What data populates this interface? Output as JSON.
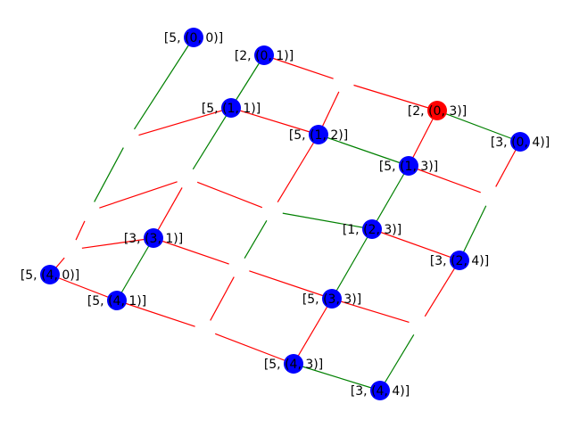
{
  "colors": {
    "red": "#ff0000",
    "green": "#008000",
    "blue": "#0000ff",
    "background": "#ffffff",
    "text": "#000000"
  },
  "nodes": [
    {
      "id": "n00",
      "label": "[5, (0, 0)]",
      "color": "blue"
    },
    {
      "id": "n01",
      "label": "[2, (0, 1)]",
      "color": "blue"
    },
    {
      "id": "n03",
      "label": "[2, (0, 3)]",
      "color": "red"
    },
    {
      "id": "n04",
      "label": "[3, (0, 4)]",
      "color": "blue"
    },
    {
      "id": "n11",
      "label": "[5, (1, 1)]",
      "color": "blue"
    },
    {
      "id": "n12",
      "label": "[5, (1, 2)]",
      "color": "blue"
    },
    {
      "id": "n13",
      "label": "[5, (1, 3)]",
      "color": "blue"
    },
    {
      "id": "n23",
      "label": "[1, (2, 3)]",
      "color": "blue"
    },
    {
      "id": "n24",
      "label": "[3, (2, 4)]",
      "color": "blue"
    },
    {
      "id": "n31",
      "label": "[3, (3, 1)]",
      "color": "blue"
    },
    {
      "id": "n33",
      "label": "[5, (3, 3)]",
      "color": "blue"
    },
    {
      "id": "n40",
      "label": "[5, (4, 0)]",
      "color": "blue"
    },
    {
      "id": "n41",
      "label": "[5, (4, 1)]",
      "color": "blue"
    },
    {
      "id": "n43",
      "label": "[5, (4, 3)]",
      "color": "blue"
    },
    {
      "id": "n44",
      "label": "[3, (4, 4)]",
      "color": "blue"
    }
  ],
  "edges": [
    {
      "from": "n00",
      "to": "n10",
      "color": "green"
    },
    {
      "from": "n10",
      "to": "n20",
      "color": "green"
    },
    {
      "from": "n20",
      "to": "n30",
      "color": "red"
    },
    {
      "from": "n30",
      "to": "n40",
      "color": "red"
    },
    {
      "from": "n01",
      "to": "n11",
      "color": "green"
    },
    {
      "from": "n11",
      "to": "n21",
      "color": "green"
    },
    {
      "from": "n21",
      "to": "n31",
      "color": "red"
    },
    {
      "from": "n31",
      "to": "n41",
      "color": "green"
    },
    {
      "from": "n02",
      "to": "n12",
      "color": "red"
    },
    {
      "from": "n12",
      "to": "n22",
      "color": "red"
    },
    {
      "from": "n22",
      "to": "n32",
      "color": "green"
    },
    {
      "from": "n32",
      "to": "n42",
      "color": "red"
    },
    {
      "from": "n03",
      "to": "n13",
      "color": "red"
    },
    {
      "from": "n13",
      "to": "n23",
      "color": "green"
    },
    {
      "from": "n23",
      "to": "n33",
      "color": "green"
    },
    {
      "from": "n33",
      "to": "n43",
      "color": "red"
    },
    {
      "from": "n04",
      "to": "n14",
      "color": "red"
    },
    {
      "from": "n14",
      "to": "n24",
      "color": "green"
    },
    {
      "from": "n24",
      "to": "n34",
      "color": "red"
    },
    {
      "from": "n34",
      "to": "n44",
      "color": "green"
    },
    {
      "from": "n01",
      "to": "n02",
      "color": "red"
    },
    {
      "from": "n02",
      "to": "n03",
      "color": "red"
    },
    {
      "from": "n03",
      "to": "n04",
      "color": "green"
    },
    {
      "from": "n10",
      "to": "n11",
      "color": "red"
    },
    {
      "from": "n11",
      "to": "n12",
      "color": "red"
    },
    {
      "from": "n12",
      "to": "n13",
      "color": "green"
    },
    {
      "from": "n13",
      "to": "n14",
      "color": "red"
    },
    {
      "from": "n20",
      "to": "n21",
      "color": "red"
    },
    {
      "from": "n21",
      "to": "n22",
      "color": "red"
    },
    {
      "from": "n22",
      "to": "n23",
      "color": "green"
    },
    {
      "from": "n23",
      "to": "n24",
      "color": "red"
    },
    {
      "from": "n30",
      "to": "n31",
      "color": "red"
    },
    {
      "from": "n31",
      "to": "n32",
      "color": "red"
    },
    {
      "from": "n32",
      "to": "n33",
      "color": "red"
    },
    {
      "from": "n33",
      "to": "n34",
      "color": "red"
    },
    {
      "from": "n40",
      "to": "n41",
      "color": "red"
    },
    {
      "from": "n41",
      "to": "n42",
      "color": "red"
    },
    {
      "from": "n42",
      "to": "n43",
      "color": "red"
    },
    {
      "from": "n43",
      "to": "n44",
      "color": "green"
    }
  ]
}
